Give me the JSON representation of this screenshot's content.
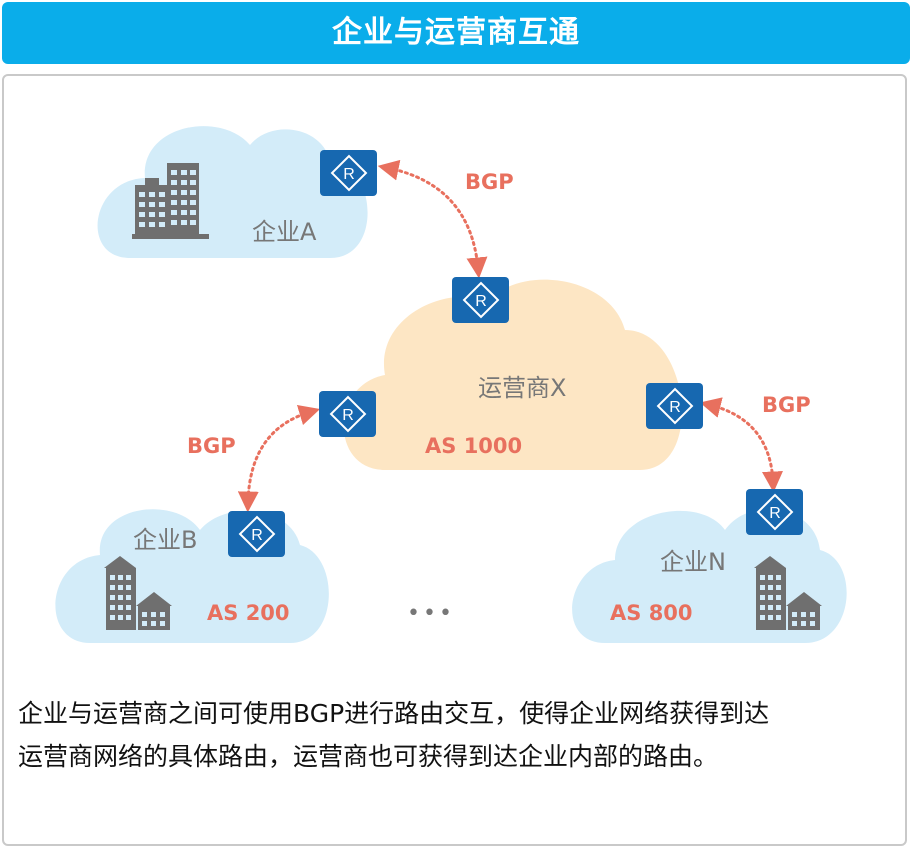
{
  "title": "企业与运营商互通",
  "colors": {
    "title_bg": "#0aadea",
    "cloud_blue": "#d3ecf9",
    "cloud_orange": "#fde6c4",
    "router": "#1768b0",
    "bgp_red": "#e8705e",
    "label_gray": "#777777",
    "building_gray": "#6f6f6f"
  },
  "nodes": {
    "enterprise_a": {
      "label": "企业A"
    },
    "isp_x": {
      "label": "运营商X",
      "as": "AS 1000"
    },
    "enterprise_b": {
      "label": "企业B",
      "as": "AS 200"
    },
    "enterprise_n": {
      "label": "企业N",
      "as": "AS 800"
    }
  },
  "links": [
    {
      "from": "enterprise_a",
      "to": "isp_x",
      "protocol": "BGP"
    },
    {
      "from": "enterprise_b",
      "to": "isp_x",
      "protocol": "BGP"
    },
    {
      "from": "enterprise_n",
      "to": "isp_x",
      "protocol": "BGP"
    }
  ],
  "ellipsis": "•••",
  "router_icon": "router-R-icon",
  "caption_lines": [
    "企业与运营商之间可使用BGP进行路由交互，使得企业网络获得到达",
    "运营商网络的具体路由，运营商也可获得到达企业内部的路由。"
  ]
}
